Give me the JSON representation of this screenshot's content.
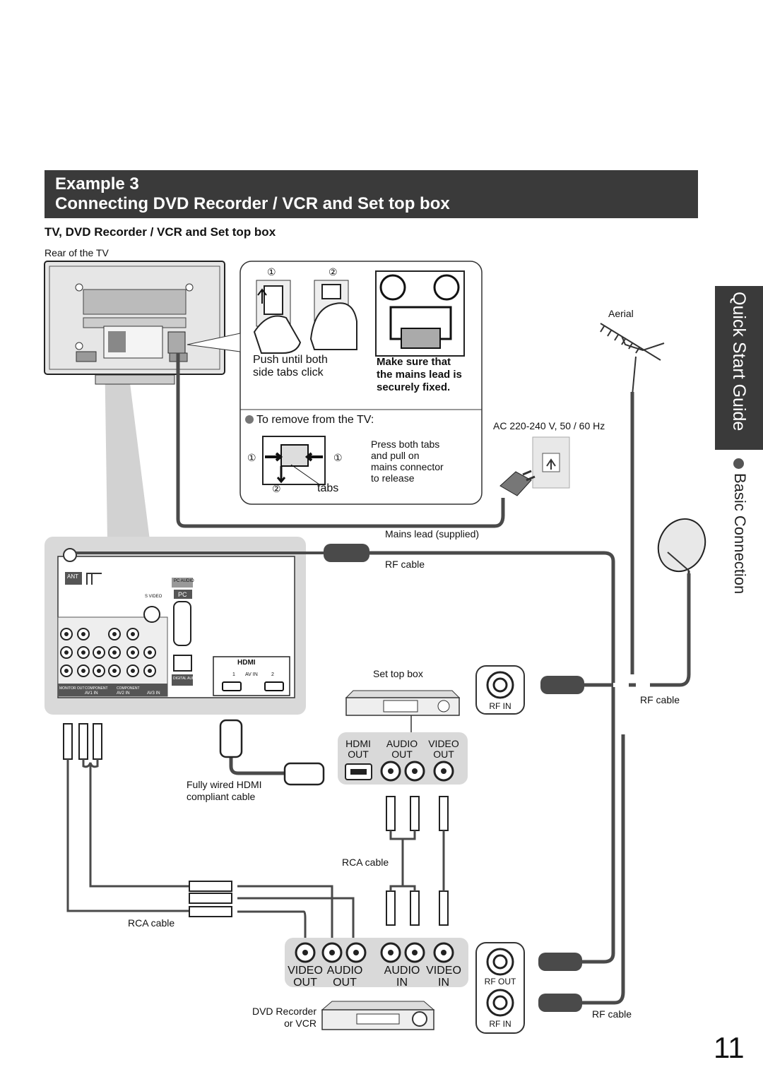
{
  "header": {
    "example_label": "Example 3",
    "title": "Connecting DVD Recorder / VCR and Set top box",
    "subtitle": "TV, DVD Recorder / VCR and Set top box"
  },
  "side_tab": {
    "section": "Quick Start Guide",
    "subsection": "Basic Connection"
  },
  "labels": {
    "rear_of_tv": "Rear of the TV",
    "aerial": "Aerial",
    "ac_power": "AC 220-240 V, 50 / 60 Hz",
    "mains_lead": "Mains lead (supplied)",
    "rf_cable": "RF cable",
    "set_top_box": "Set top box",
    "hdmi_cable_1": "Fully wired HDMI",
    "hdmi_cable_2": "compliant cable",
    "rca_cable": "RCA cable",
    "dvd_recorder_1": "DVD Recorder",
    "dvd_recorder_2": "or VCR"
  },
  "inset": {
    "step1": "①",
    "step2": "②",
    "push_line1": "Push until both",
    "push_line2": "side tabs click",
    "warn_line1": "Make sure that",
    "warn_line2": "the mains lead is",
    "warn_line3": "securely fixed.",
    "remove_title": "To remove from the TV:",
    "remove_line1": "Press both tabs",
    "remove_line2": "and pull on",
    "remove_line3": "mains connector",
    "remove_line4": "to release",
    "tabs": "tabs"
  },
  "ports": {
    "hdmi": "HDMI",
    "audio": "AUDIO",
    "video": "VIDEO",
    "out": "OUT",
    "in": "IN",
    "rf_in": "RF IN",
    "rf_out": "RF OUT"
  },
  "panel_labels": {
    "ant": "ANT",
    "pc": "PC",
    "pc_audio": "PC AUDIO",
    "s_video": "S VIDEO",
    "hdmi_logo": "HDMI",
    "av_in": "AV IN",
    "hdmi_1": "1",
    "hdmi_2": "2",
    "av1_in": "AV1 IN",
    "av2_in": "AV2 IN",
    "av3_in": "AV3 IN",
    "digital_audio_out": "DIGITAL AUDIO OUT",
    "component": "COMPONENT",
    "monitor_out": "MONITOR OUT"
  },
  "page_number": "11",
  "colors": {
    "banner": "#3a3a3a",
    "panel_bg": "#d9d9d9",
    "cable": "#4a4a4a"
  }
}
